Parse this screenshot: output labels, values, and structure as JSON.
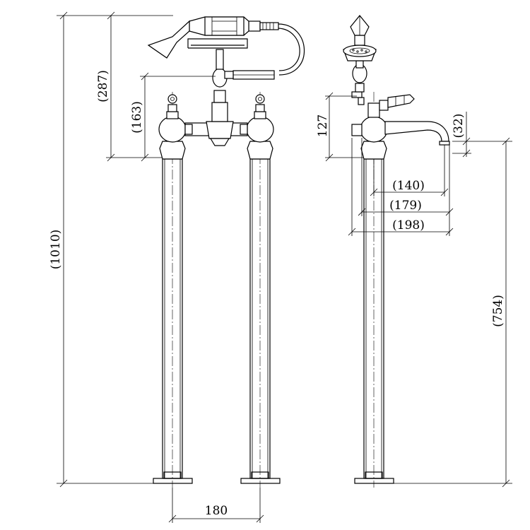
{
  "dimensions": {
    "overall_height": "(1010)",
    "shower_height": "(287)",
    "valve_height": "(163)",
    "side_body_height": "127",
    "spout_drop": "(32)",
    "spout_reach_140": "(140)",
    "spout_reach_179": "(179)",
    "spout_reach_198": "(198)",
    "spout_height": "(754)",
    "leg_centers": "180"
  }
}
